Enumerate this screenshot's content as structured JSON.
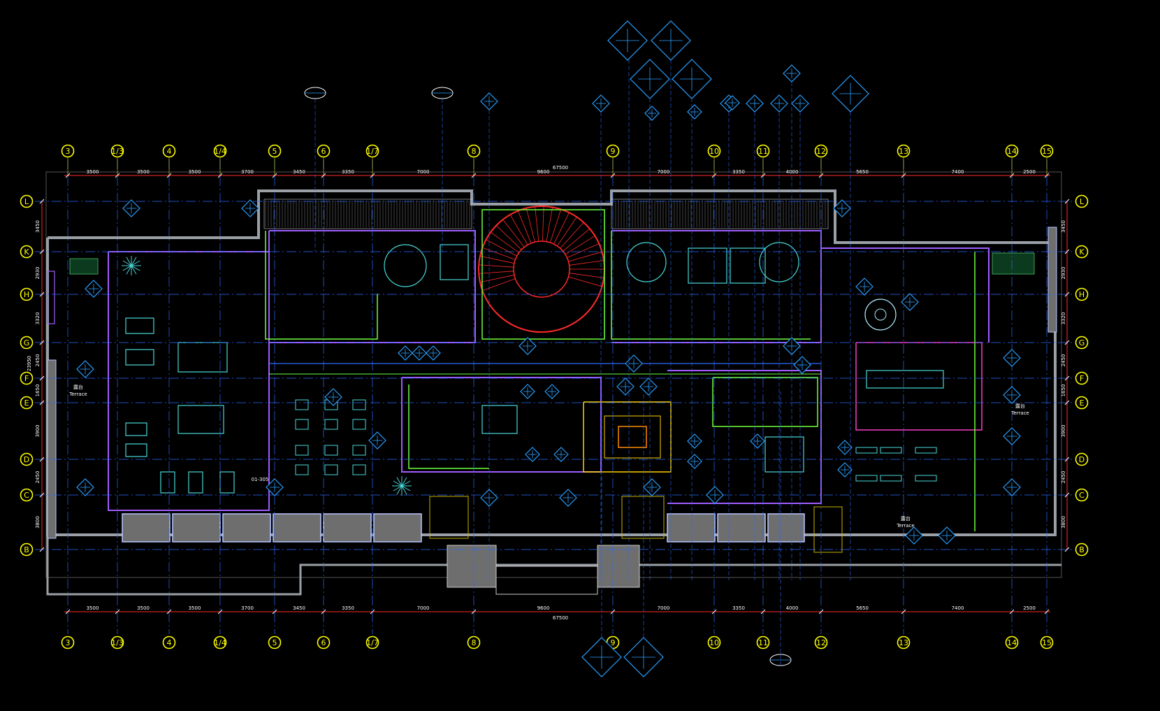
{
  "grid": {
    "columns": [
      "3",
      "1/3",
      "4",
      "1/4",
      "5",
      "6",
      "1/7",
      "8",
      "9",
      "10",
      "11",
      "12",
      "13",
      "14",
      "15"
    ],
    "rows": [
      "L",
      "K",
      "H",
      "G",
      "F",
      "E",
      "D",
      "C",
      "B"
    ]
  },
  "dimensions": {
    "horizontal": [
      "3500",
      "3500",
      "3500",
      "3700",
      "3450",
      "3350",
      "7000",
      "9600",
      "7000",
      "3350",
      "4000",
      "5650",
      "7400",
      "2500"
    ],
    "total": "67500",
    "vertical_left": [
      "3450",
      "2930",
      "3320",
      "2450",
      "1650",
      "3900",
      "2450",
      "3800"
    ],
    "vertical_left_extra": "23950",
    "vertical_right": [
      "3450",
      "2930",
      "3320",
      "2450",
      "1650",
      "3900",
      "2450",
      "3800"
    ]
  },
  "labels": {
    "terrace_left_cn": "露台",
    "terrace_left_en": "Terrace",
    "terrace_right_cn": "露台",
    "terrace_right_en": "Terrace",
    "terrace_bottom_cn": "露台",
    "terrace_bottom_en": "Terrace",
    "room_tag": "01-305"
  },
  "colors": {
    "background": "#000000",
    "grid_bubble": "#ffff00",
    "dimension_line": "#ff2a2a",
    "axis_line": "#2a6bff",
    "wall": "#9aa0a6",
    "tag": "#2aa0ff"
  }
}
